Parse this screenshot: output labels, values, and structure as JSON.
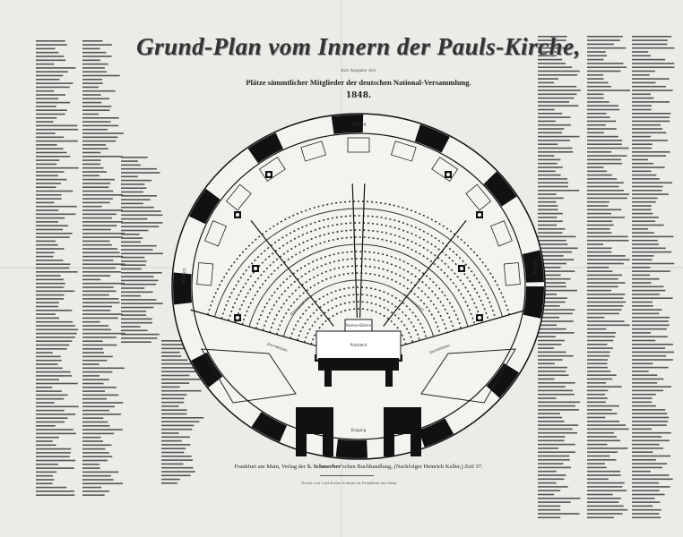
{
  "title": "Grund-Plan vom Innern der Pauls-Kirche,",
  "subtitle_small": "mit Angabe der",
  "subtitle": "Plätze sämmtlicher Mitglieder der deutschen National-Versammlung.",
  "year": "1848.",
  "plan": {
    "entrance_top": "Eingang",
    "entrance_bottom": "Eingang",
    "entrance_left": "Eingang",
    "entrance_right": "Eingang",
    "stenographers_left": "Stenographen",
    "stenographers_right": "Stenographen",
    "journalists_left": "Journalisten",
    "journalists_right": "Journalisten",
    "tribune": "Redner-Bühne",
    "president": "Präsident"
  },
  "imprint": {
    "prefix": "Frankfurt am Main, Verlag der ",
    "publisher": "S. Schmerber'",
    "suffix": "schen Buchhandlung, (Nachfolger Heinrich Keller,) Zeil 37.",
    "printer": "Druck von Carl Krebs-Schmitt in Frankfurt am Main."
  },
  "colors": {
    "paper": "#ecebe8",
    "ink": "#1a1a1a"
  }
}
